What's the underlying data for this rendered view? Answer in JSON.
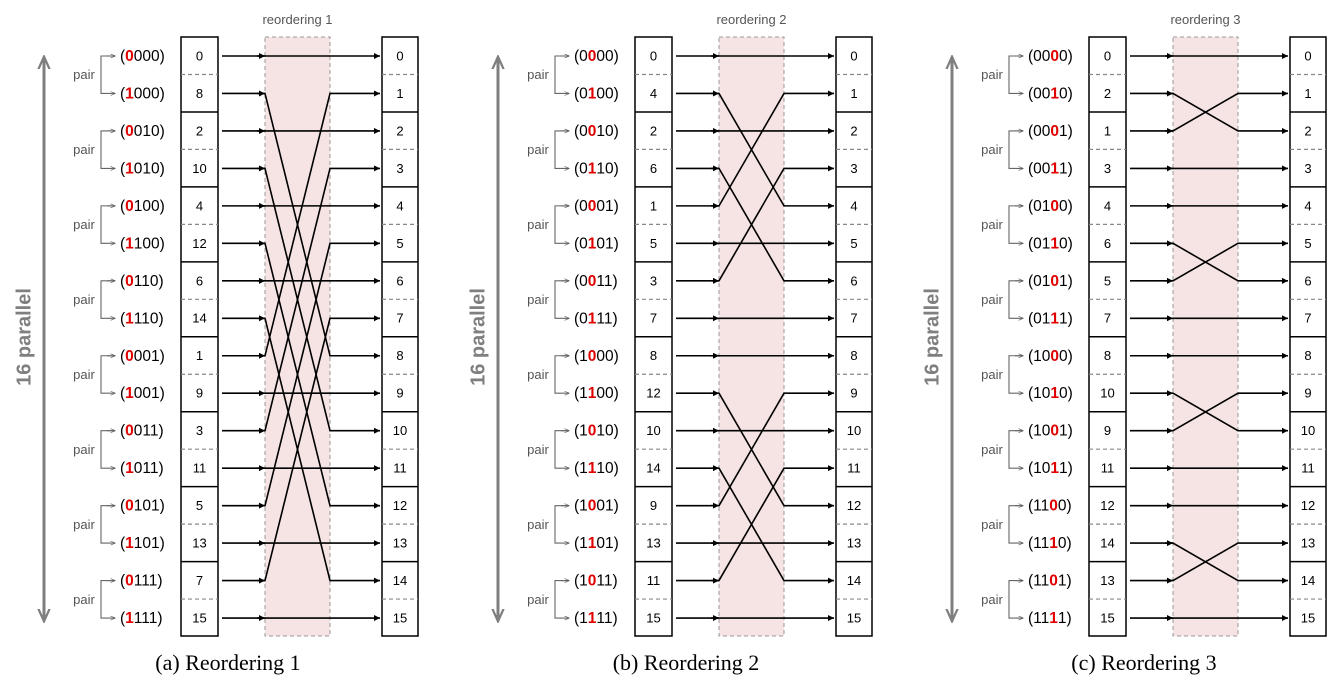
{
  "panels": [
    {
      "region_label": "reordering 1",
      "caption": "(a) Reordering 1",
      "parallel_label": "16 parallel",
      "pair_label": "pair",
      "red_bit": 0,
      "binary": [
        "0000",
        "1000",
        "0010",
        "1010",
        "0100",
        "1100",
        "0110",
        "1110",
        "0001",
        "1001",
        "0011",
        "1011",
        "0101",
        "1101",
        "0111",
        "1111"
      ],
      "left_values": [
        "0",
        "8",
        "2",
        "10",
        "4",
        "12",
        "6",
        "14",
        "1",
        "9",
        "3",
        "11",
        "5",
        "13",
        "7",
        "15"
      ],
      "right_values": [
        "0",
        "1",
        "2",
        "3",
        "4",
        "5",
        "6",
        "7",
        "8",
        "9",
        "10",
        "11",
        "12",
        "13",
        "14",
        "15"
      ]
    },
    {
      "region_label": "reordering 2",
      "caption": "(b) Reordering 2",
      "parallel_label": "16 parallel",
      "pair_label": "pair",
      "red_bit": 1,
      "binary": [
        "0000",
        "0100",
        "0010",
        "0110",
        "0001",
        "0101",
        "0011",
        "0111",
        "1000",
        "1100",
        "1010",
        "1110",
        "1001",
        "1101",
        "1011",
        "1111"
      ],
      "left_values": [
        "0",
        "4",
        "2",
        "6",
        "1",
        "5",
        "3",
        "7",
        "8",
        "12",
        "10",
        "14",
        "9",
        "13",
        "11",
        "15"
      ],
      "right_values": [
        "0",
        "1",
        "2",
        "3",
        "4",
        "5",
        "6",
        "7",
        "8",
        "9",
        "10",
        "11",
        "12",
        "13",
        "14",
        "15"
      ]
    },
    {
      "region_label": "reordering 3",
      "caption": "(c) Reordering 3",
      "parallel_label": "16 parallel",
      "pair_label": "pair",
      "red_bit": 2,
      "binary": [
        "0000",
        "0010",
        "0001",
        "0011",
        "0100",
        "0110",
        "0101",
        "0111",
        "1000",
        "1010",
        "1001",
        "1011",
        "1100",
        "1110",
        "1101",
        "1111"
      ],
      "left_values": [
        "0",
        "2",
        "1",
        "3",
        "4",
        "6",
        "5",
        "7",
        "8",
        "10",
        "9",
        "11",
        "12",
        "14",
        "13",
        "15"
      ],
      "right_values": [
        "0",
        "1",
        "2",
        "3",
        "4",
        "5",
        "6",
        "7",
        "8",
        "9",
        "10",
        "11",
        "12",
        "13",
        "14",
        "15"
      ]
    }
  ],
  "colors": {
    "red_bit": "#e00000",
    "region_fill": "#f6e4e4",
    "region_border": "#999999",
    "arrow": "#000000",
    "parallel": "#7f7f7f",
    "divider": "#888888"
  }
}
